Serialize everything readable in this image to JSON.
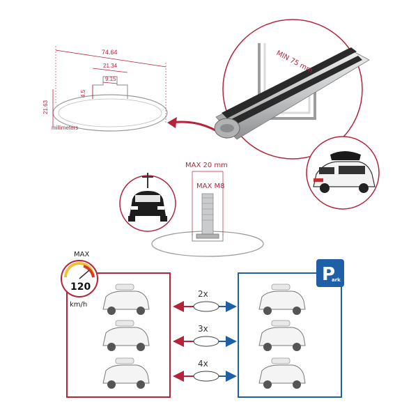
{
  "colors": {
    "accent_red": "#b3243a",
    "accent_blue": "#1f5fa8",
    "bar_silver": "#c9cbcd",
    "bar_dark": "#2a2a2a",
    "line_grey": "#999999"
  },
  "profile_dims": {
    "width": "74.64",
    "inner_width": "21.34",
    "slot_width": "9.15",
    "slot_depth": "4.5",
    "height": "21.63",
    "unit": "millimeters"
  },
  "clamp": {
    "min_label": "MIN 75 mm"
  },
  "bolt": {
    "max_length": "MAX 20 mm",
    "thread": "MAX M8"
  },
  "speed": {
    "max_label": "MAX",
    "value": "120",
    "unit": "km/h"
  },
  "park_sign": {
    "letter": "P",
    "text": "ark"
  },
  "rows": [
    {
      "multiplier": "2x"
    },
    {
      "multiplier": "3x"
    },
    {
      "multiplier": "4x"
    }
  ],
  "icons": [
    "zoom-circle-icon",
    "suv-with-roof-box-icon",
    "bike-on-car-icon",
    "speedometer-icon",
    "parking-sign-icon",
    "double-arrow-icon"
  ]
}
